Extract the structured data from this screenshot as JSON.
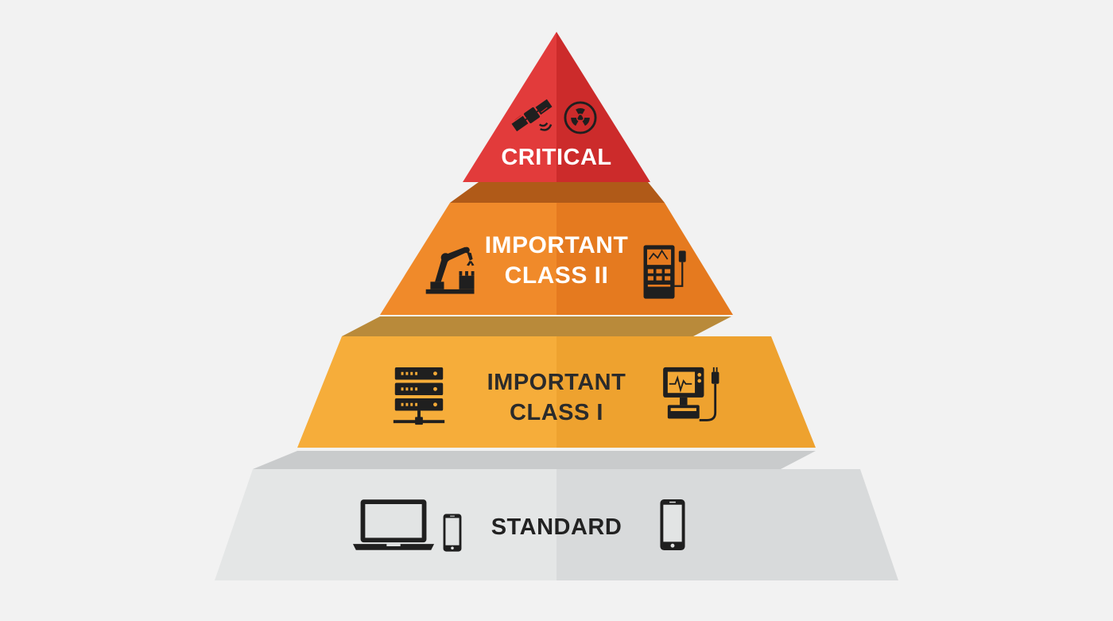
{
  "pyramid": {
    "tiers": [
      {
        "id": "critical",
        "lines": [
          "CRITICAL"
        ],
        "colors": {
          "left": "#e23b3b",
          "right": "#cc2b2b",
          "shadow": "#9e2323",
          "text": "#ffffff"
        },
        "icons": [
          "satellite-icon",
          "radiation-icon"
        ]
      },
      {
        "id": "important-class-2",
        "lines": [
          "IMPORTANT",
          "CLASS II"
        ],
        "colors": {
          "left": "#f08a2a",
          "right": "#e57a1f",
          "shadow": "#b05a18",
          "text": "#ffffff"
        },
        "icons": [
          "robotic-arm-icon",
          "industrial-control-terminal-icon"
        ]
      },
      {
        "id": "important-class-1",
        "lines": [
          "IMPORTANT",
          "CLASS I"
        ],
        "colors": {
          "left": "#f6ad3a",
          "right": "#eea22f",
          "shadow": "#b98a3a",
          "text": "#2b2b2b"
        },
        "icons": [
          "server-rack-icon",
          "medical-monitor-icon"
        ]
      },
      {
        "id": "standard",
        "lines": [
          "STANDARD"
        ],
        "colors": {
          "left": "#e4e6e6",
          "right": "#d8dadb",
          "shadow": "#c9cbcc",
          "text": "#222222"
        },
        "icons": [
          "laptop-icon",
          "smartphone-icon",
          "smartphone-icon"
        ]
      }
    ]
  }
}
